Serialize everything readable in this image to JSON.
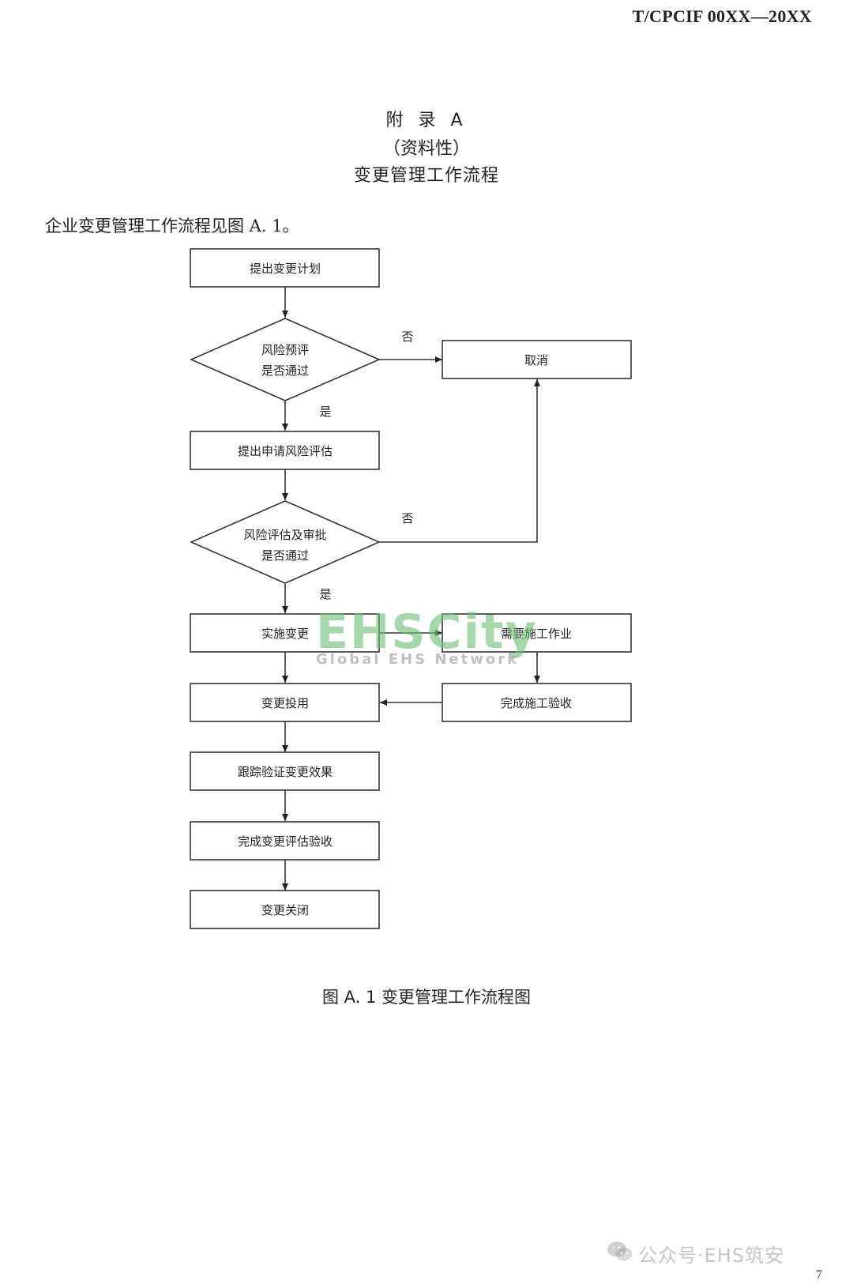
{
  "header": {
    "doc_code": "T/CPCIF 00XX—20XX"
  },
  "title": {
    "line1": "附 录 A",
    "line2": "（资料性）",
    "line3": "变更管理工作流程"
  },
  "intro_text": "企业变更管理工作流程见图 A. 1。",
  "flowchart": {
    "nodes": {
      "propose_plan": "提出变更计划",
      "risk_pre_eval": [
        "风险预评",
        "是否通过"
      ],
      "cancel": "取消",
      "apply_risk_assess": "提出申请风险评估",
      "risk_assess_approve": [
        "风险评估及审批",
        "是否通过"
      ],
      "implement": "实施变更",
      "need_construction": "需要施工作业",
      "commission": "变更投用",
      "construction_accept": "完成施工验收",
      "track_verify": "跟踪验证变更效果",
      "complete_eval_accept": "完成变更评估验收",
      "close": "变更关闭"
    },
    "edge_labels": {
      "no1": "否",
      "yes1": "是",
      "no2": "否",
      "yes2": "是"
    }
  },
  "caption": "图 A. 1    变更管理工作流程图",
  "watermark": {
    "main": "EHSCity",
    "sub": "Global EHS Network",
    "footer": "公众号·EHS筑安"
  },
  "page_number": "7"
}
